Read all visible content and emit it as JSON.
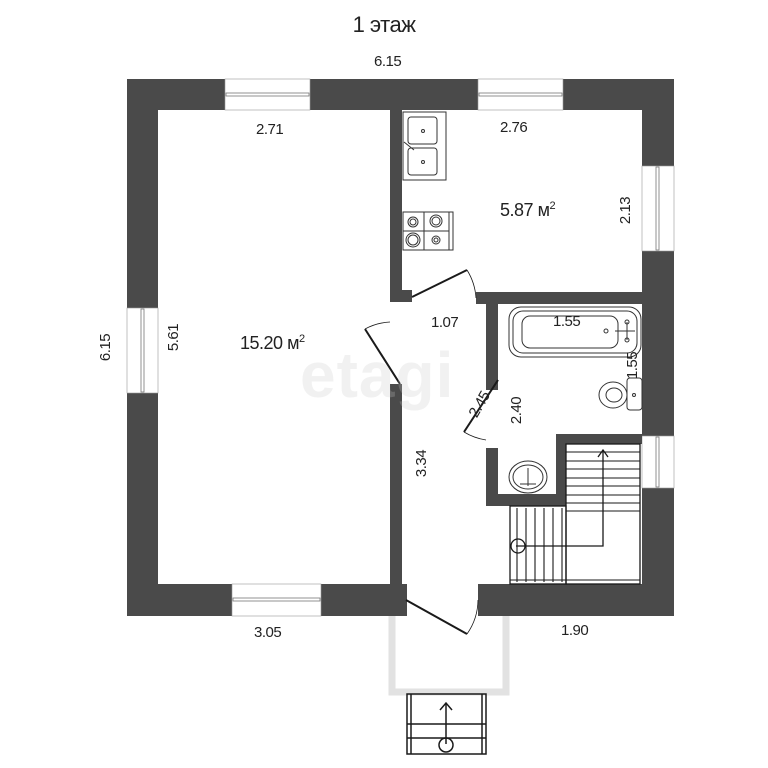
{
  "title": "1 этаж",
  "watermark": "etagi",
  "colors": {
    "wall": "#4a4a4a",
    "line": "#1a1a1a",
    "background": "#ffffff"
  },
  "rooms": [
    {
      "name": "living-room",
      "area": "15.20",
      "unit": "м²",
      "width": "2.71",
      "height": "5.61"
    },
    {
      "name": "kitchen",
      "area": "5.87",
      "unit": "м²",
      "width": "2.76",
      "height": "2.13"
    },
    {
      "name": "bathroom",
      "width": "1.55",
      "height": "2.40",
      "tub_width": "1.55",
      "side": "1.55"
    },
    {
      "name": "hallway",
      "width": "1.07",
      "height": "3.34",
      "door_width": "2.45"
    }
  ],
  "dimensions": {
    "top_outer": "6.15",
    "left_outer": "6.15",
    "bottom_left": "3.05",
    "bottom_right": "1.90",
    "living_top": "2.71",
    "living_side": "5.61",
    "kitchen_top": "2.76",
    "kitchen_side": "2.13",
    "hall_top": "1.07",
    "hall_side": "3.34",
    "hall_diag": "2.45",
    "bath_tub": "1.55",
    "bath_side": "1.55",
    "bath_height": "2.40"
  },
  "areas": {
    "living": "15.20",
    "kitchen": "5.87",
    "unit": "м"
  },
  "icons": [
    "sink-icon",
    "stove-icon",
    "bathtub-icon",
    "toilet-icon",
    "washbasin-icon",
    "stairs-icon",
    "porch-stairs-icon",
    "window-icon",
    "door-icon"
  ]
}
